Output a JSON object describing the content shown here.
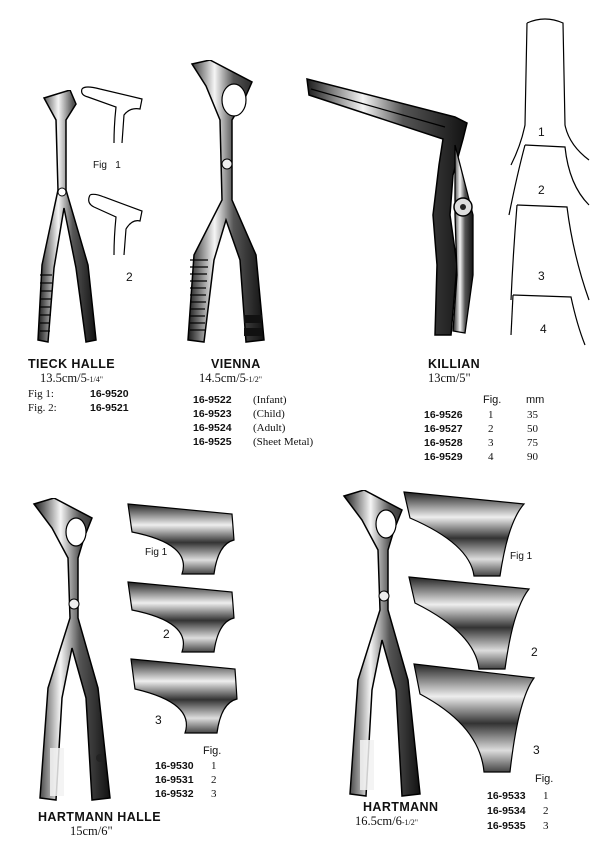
{
  "products": {
    "tieck": {
      "title": "TIECK HALLE",
      "size_main": "13.5cm/5",
      "size_frac": "-1/4\"",
      "fig1_label": "Fig 1:",
      "fig1_code": "16-9520",
      "fig2_label": "Fig. 2:",
      "fig2_code": "16-9521",
      "illus_fig1": "Fig",
      "illus_fig1_num": "1",
      "illus_fig2_num": "2"
    },
    "vienna": {
      "title": "VIENNA",
      "size_main": "14.5cm/5",
      "size_frac": "-1/2\"",
      "rows": [
        {
          "code": "16-9522",
          "desc": "(Infant)"
        },
        {
          "code": "16-9523",
          "desc": "(Child)"
        },
        {
          "code": "16-9524",
          "desc": "(Adult)"
        },
        {
          "code": "16-9525",
          "desc": "(Sheet Metal)"
        }
      ]
    },
    "killian": {
      "title": "KILLIAN",
      "size_main": "13cm/5\"",
      "hdr_fig": "Fig.",
      "hdr_mm": "mm",
      "rows": [
        {
          "code": "16-9526",
          "fig": "1",
          "mm": "35"
        },
        {
          "code": "16-9527",
          "fig": "2",
          "mm": "50"
        },
        {
          "code": "16-9528",
          "fig": "3",
          "mm": "75"
        },
        {
          "code": "16-9529",
          "fig": "4",
          "mm": "90"
        }
      ],
      "blade_nums": [
        "1",
        "2",
        "3",
        "4"
      ]
    },
    "hartmann_halle": {
      "title": "HARTMANN HALLE",
      "size_main": "15cm/6\"",
      "hdr_fig": "Fig.",
      "rows": [
        {
          "code": "16-9530",
          "fig": "1"
        },
        {
          "code": "16-9531",
          "fig": "2"
        },
        {
          "code": "16-9532",
          "fig": "3"
        }
      ],
      "illus_fig1": "Fig 1",
      "illus_fig2": "2",
      "illus_fig3": "3"
    },
    "hartmann": {
      "title": "HARTMANN",
      "size_main": "16.5cm/6",
      "size_frac": "-1/2\"",
      "hdr_fig": "Fig.",
      "rows": [
        {
          "code": "16-9533",
          "fig": "1"
        },
        {
          "code": "16-9534",
          "fig": "2"
        },
        {
          "code": "16-9535",
          "fig": "3"
        }
      ],
      "illus_fig1": "Fig 1",
      "illus_fig2": "2",
      "illus_fig3": "3"
    }
  }
}
